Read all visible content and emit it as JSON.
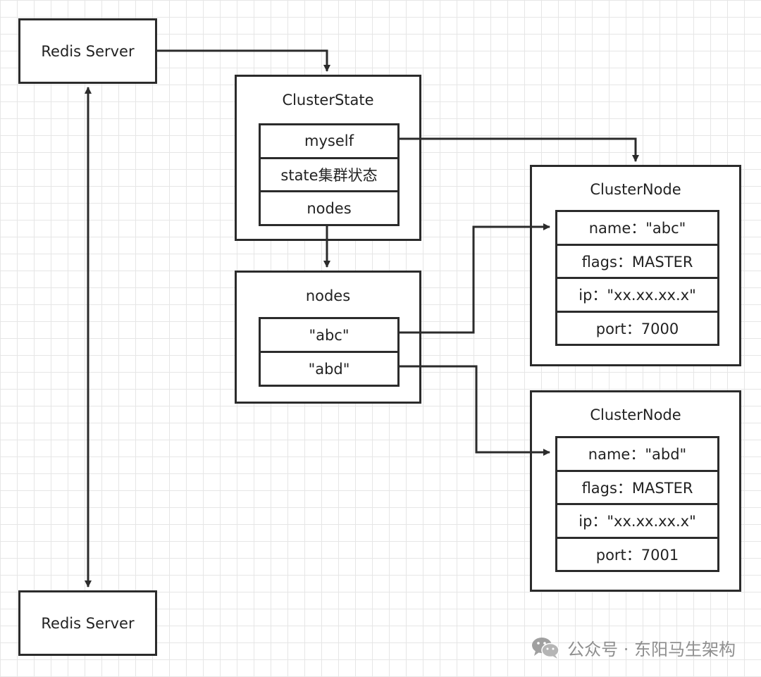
{
  "redis_server_top": {
    "label": "Redis Server"
  },
  "redis_server_bottom": {
    "label": "Redis Server"
  },
  "cluster_state": {
    "title": "ClusterState",
    "fields": [
      "myself",
      "state集群状态",
      "nodes"
    ]
  },
  "nodes_dict": {
    "title": "nodes",
    "keys": [
      "\"abc\"",
      "\"abd\""
    ]
  },
  "cluster_node_1": {
    "title": "ClusterNode",
    "fields": [
      "name：\"abc\"",
      "flags：MASTER",
      "ip：\"xx.xx.xx.x\"",
      "port：7000"
    ]
  },
  "cluster_node_2": {
    "title": "ClusterNode",
    "fields": [
      "name：\"abd\"",
      "flags：MASTER",
      "ip：\"xx.xx.xx.x\"",
      "port：7001"
    ]
  },
  "watermark": {
    "text": "公众号 · 东阳马生架构",
    "icon": "wechat-icon"
  }
}
